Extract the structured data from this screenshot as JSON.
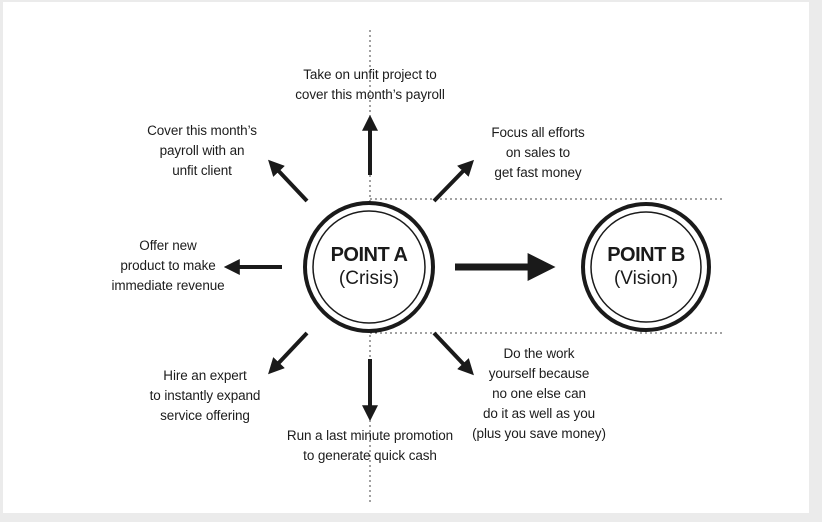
{
  "point_a": {
    "title": "POINT A",
    "subtitle": "(Crisis)"
  },
  "point_b": {
    "title": "POINT B",
    "subtitle": "(Vision)"
  },
  "options": {
    "top": "Take on unfit project to\ncover this month’s payroll",
    "top_left": "Cover this month’s\npayroll with an\nunfit client",
    "top_right": "Focus all efforts\non sales to\nget fast money",
    "left": "Offer new\nproduct to make\nimmediate revenue",
    "bottom_left": "Hire an expert\nto instantly expand\nservice offering",
    "bottom": "Run a last minute promotion\nto generate quick cash",
    "bottom_right": "Do the work\nyourself because\nno one else can\ndo it as well as you\n(plus you save money)"
  },
  "colors": {
    "ink": "#1a1a1a",
    "background": "#ffffff",
    "frame": "#ebebeb"
  }
}
